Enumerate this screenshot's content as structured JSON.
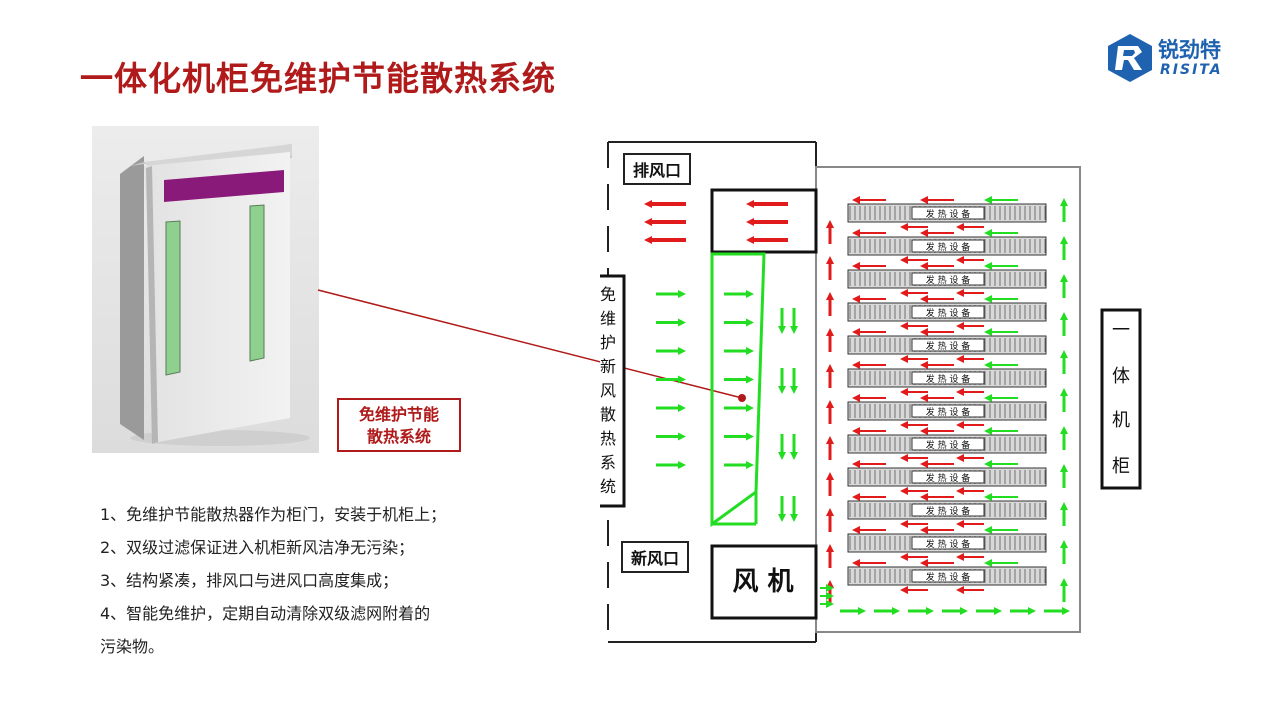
{
  "title": "一体化机柜免维护节能散热系统",
  "logo": {
    "cn": "锐劲特",
    "en": "RISITA",
    "color": "#1f63b0"
  },
  "product": {
    "label_line1": "免维护节能",
    "label_line2": "散热系统"
  },
  "notes": [
    "1、免维护节能散热器作为柜门，安装于机柜上；",
    "2、双级过滤保证进入机柜新风洁净无污染；",
    "3、结构紧凑，排风口与进风口高度集成；",
    "4、智能免维护，定期自动清除双级滤网附着的",
    "污染物。"
  ],
  "diagram": {
    "exhaust_label": "排风口",
    "intake_label": "新风口",
    "fan_label": "风 机",
    "system_label": [
      "免",
      "维",
      "护",
      "新",
      "风",
      "散",
      "热",
      "系",
      "统"
    ],
    "cabinet_label": [
      "一",
      "体",
      "机",
      "柜"
    ],
    "device_label": "发 热 设 备",
    "device_count": 12,
    "colors": {
      "hot": "#e11b1b",
      "cool": "#22dd22",
      "accent": "#b01a1a"
    }
  }
}
